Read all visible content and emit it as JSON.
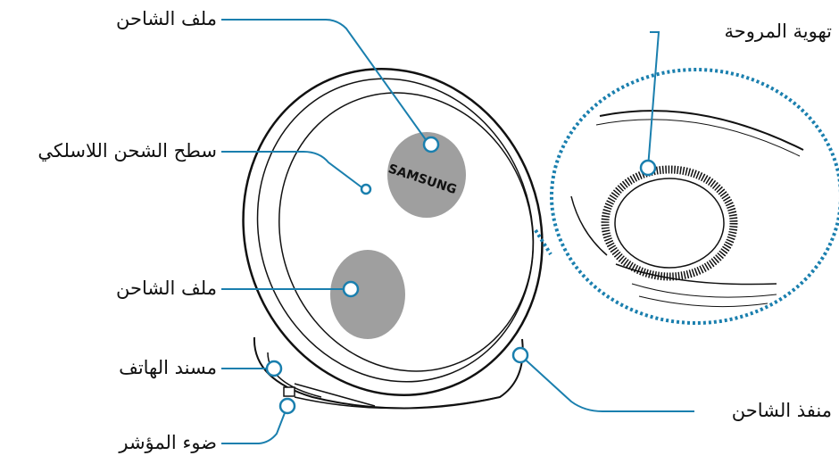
{
  "brand_logo": "SAMSUNG",
  "colors": {
    "callout": "#1a7fae",
    "coil": "#9f9f9f",
    "outline": "#111111",
    "zoom_ring": "#1a7fae"
  },
  "labels": {
    "coil_top": "ملف الشاحن",
    "surface": "سطح الشحن اللاسلكي",
    "coil_bottom": "ملف الشاحن",
    "phone_stand": "مسند الهاتف",
    "led": "ضوء المؤشر",
    "fan_vent": "تهوية المروحة",
    "charger_port": "منفذ الشاحن"
  }
}
